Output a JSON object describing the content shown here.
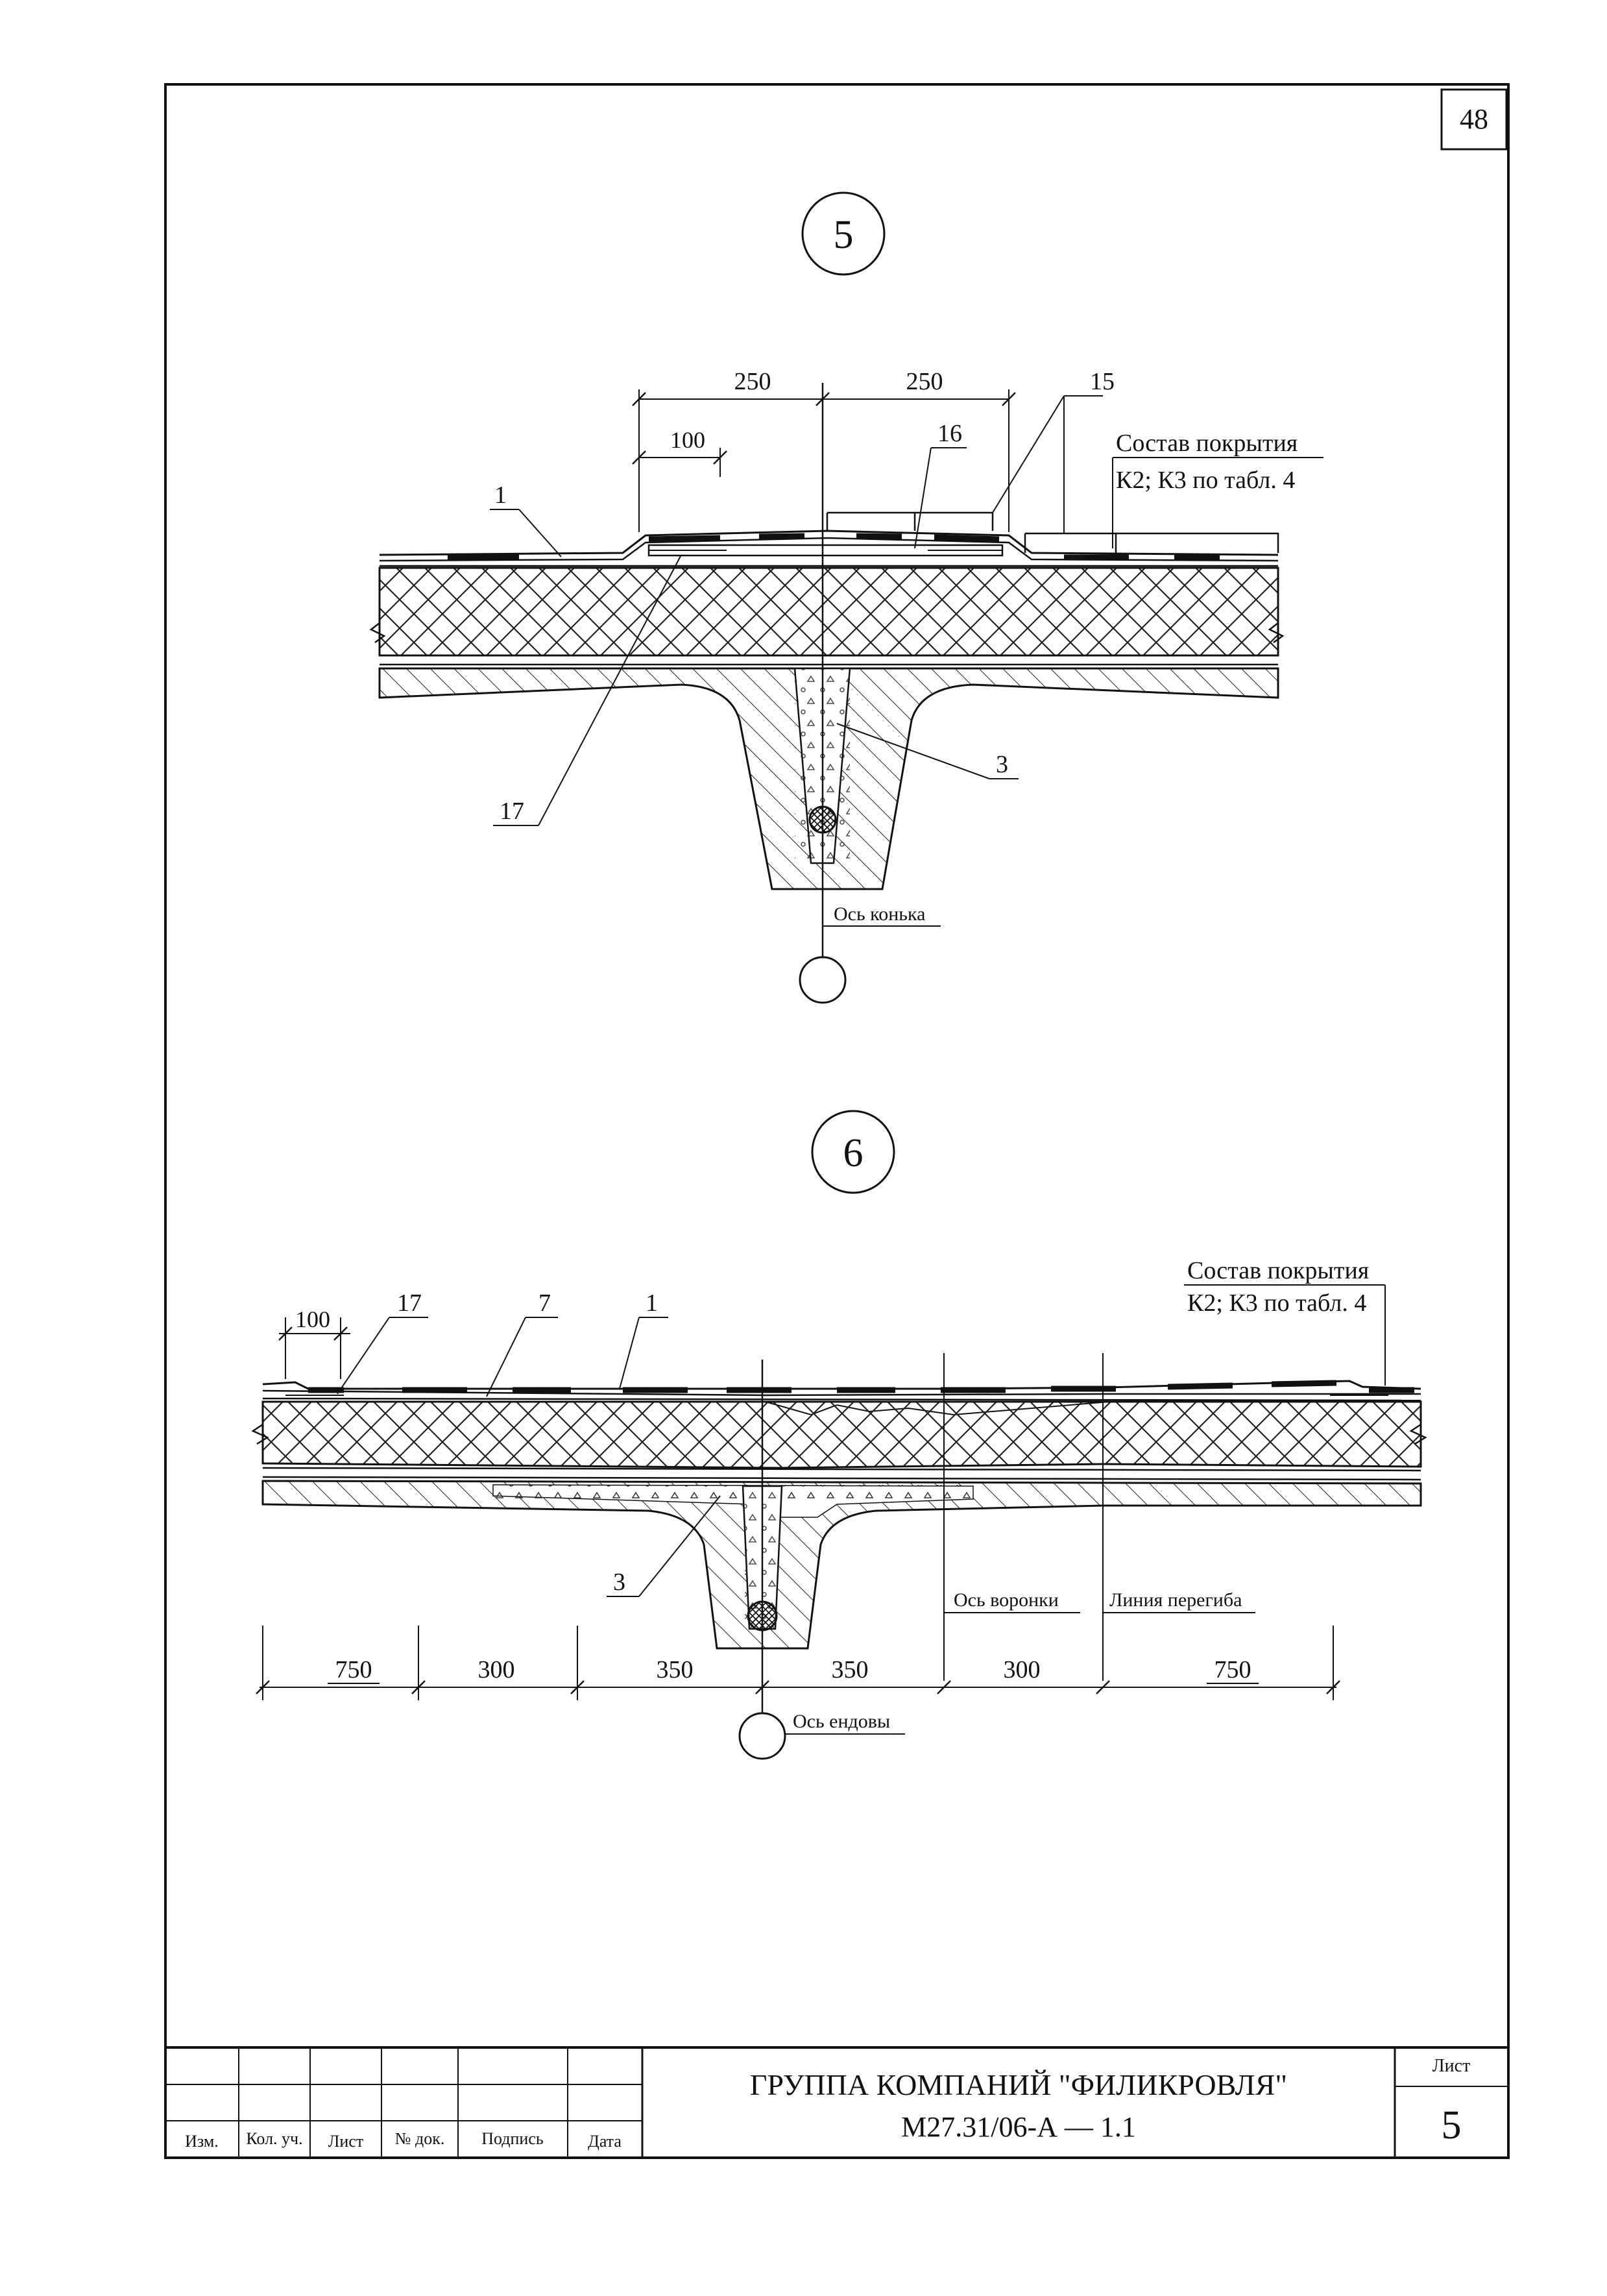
{
  "sheet": {
    "page_number": "48"
  },
  "detail5": {
    "marker": "5",
    "dim_left": "250",
    "dim_right": "250",
    "dim_lap": "100",
    "callout_15": "15",
    "callout_16": "16",
    "callout_1": "1",
    "callout_17": "17",
    "callout_3": "3",
    "composition_title": "Состав покрытия",
    "composition_ref": "К2; К3 по табл. 4",
    "axis_label": "Ось конька"
  },
  "detail6": {
    "marker": "6",
    "dim_lap": "100",
    "callout_17": "17",
    "callout_7": "7",
    "callout_1": "1",
    "callout_3": "3",
    "composition_title": "Состав покрытия",
    "composition_ref": "К2; К3 по табл. 4",
    "funnel_axis": "Ось воронки",
    "bend_line": "Линия перегиба",
    "valley_axis": "Ось ендовы",
    "dims": [
      "750",
      "300",
      "350",
      "350",
      "300",
      "750"
    ]
  },
  "title_block": {
    "col_labels": [
      "Изм.",
      "Кол. уч.",
      "Лист",
      "№ док.",
      "Подпись",
      "Дата"
    ],
    "company": "ГРУППА КОМПАНИЙ \"ФИЛИКРОВЛЯ\"",
    "doc_code": "М27.31/06-А — 1.1",
    "sheet_label": "Лист",
    "sheet_number": "5"
  }
}
